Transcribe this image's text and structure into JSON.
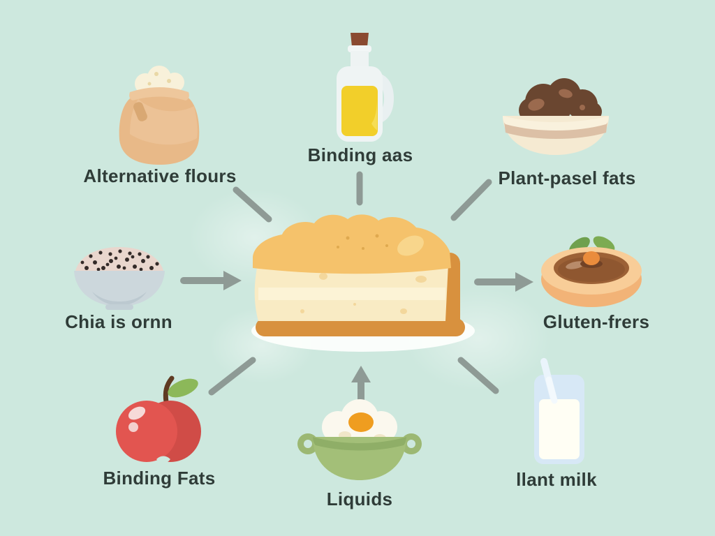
{
  "title": "Cake ingredient substitution infographic",
  "palette": {
    "background": "#cde8de",
    "text": "#2f3c38",
    "arrow": "#8e9a95",
    "cake_top": "#f5c26b",
    "cake_body": "#f9ebc4",
    "cake_crust": "#d8913e",
    "plate": "#fcfefc"
  },
  "center": {
    "name": "cake-slice"
  },
  "items": [
    {
      "id": "alternative-flours",
      "label": "Alternative flours",
      "icon": "flour-sack-icon",
      "position": "top-left"
    },
    {
      "id": "binding-aas",
      "label": "Binding aas",
      "icon": "oil-bottle-icon",
      "position": "top-center"
    },
    {
      "id": "plant-pasel-fats",
      "label": "Plant-pasel fats",
      "icon": "date-paste-bowl-icon",
      "position": "top-right"
    },
    {
      "id": "chia-is-ornn",
      "label": "Chia is ornn",
      "icon": "chia-seed-bowl-icon",
      "position": "middle-left"
    },
    {
      "id": "gluten-frers",
      "label": "Gluten-frers",
      "icon": "gluten-free-bread-icon",
      "position": "middle-right"
    },
    {
      "id": "binding-fats",
      "label": "Binding Fats",
      "icon": "apple-icon",
      "position": "bottom-left"
    },
    {
      "id": "liquids",
      "label": "Liquids",
      "icon": "egg-bowl-icon",
      "position": "bottom-center"
    },
    {
      "id": "llant-milk",
      "label": "llant milk",
      "icon": "milk-glass-icon",
      "position": "bottom-right"
    }
  ],
  "arrows": [
    {
      "from": "alternative-flours",
      "to": "center",
      "head": false
    },
    {
      "from": "binding-aas",
      "to": "center",
      "head": false
    },
    {
      "from": "plant-pasel-fats",
      "to": "center",
      "head": false
    },
    {
      "from": "chia-is-ornn",
      "to": "center",
      "head": true
    },
    {
      "from": "center",
      "to": "gluten-frers",
      "head": true
    },
    {
      "from": "binding-fats",
      "to": "center",
      "head": false
    },
    {
      "from": "liquids",
      "to": "center",
      "head": true
    },
    {
      "from": "center",
      "to": "llant-milk",
      "head": false
    }
  ]
}
